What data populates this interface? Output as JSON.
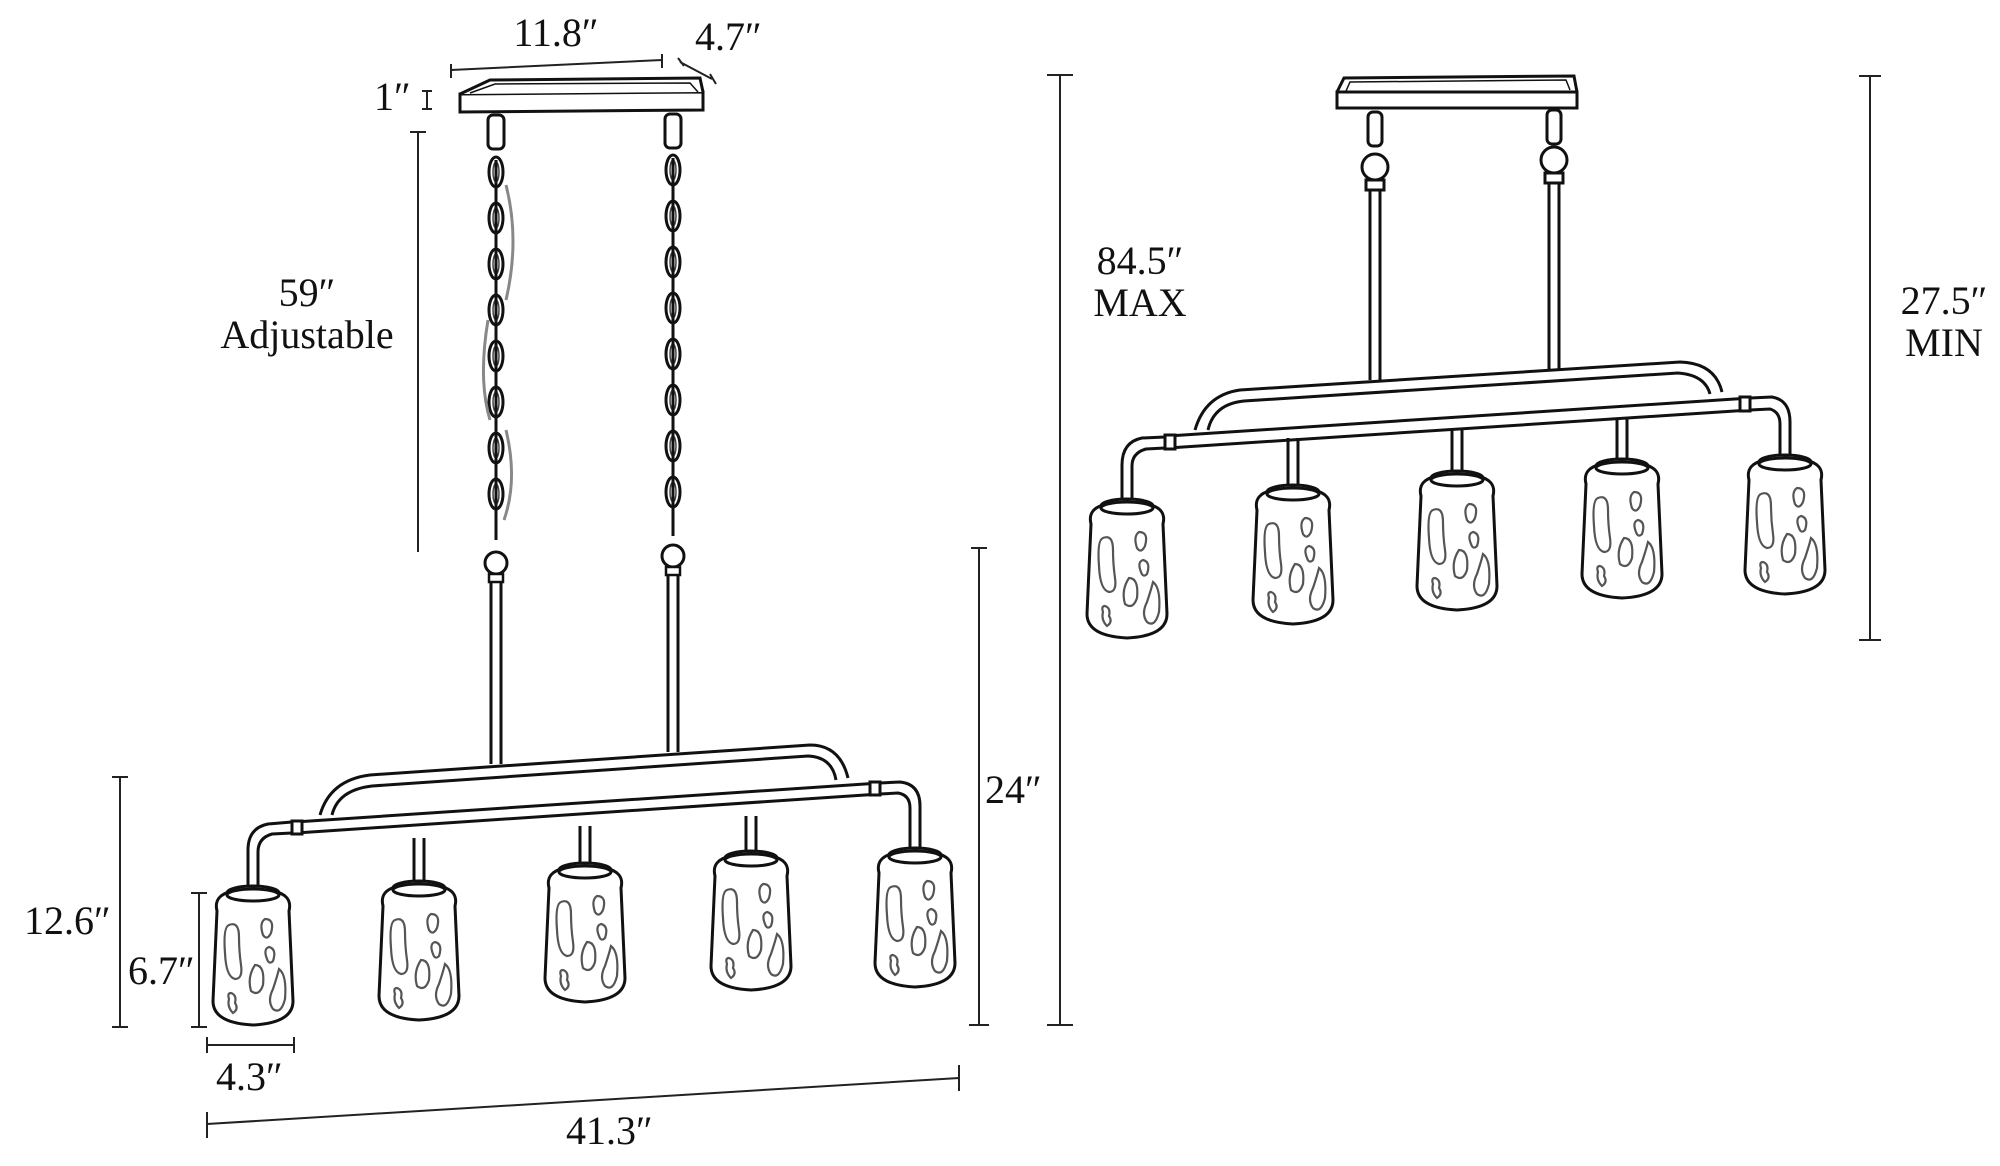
{
  "diagram": {
    "subject": "5-light linear island pendant dimension drawing",
    "colors": {
      "line": "#111111",
      "pattern": "#555555",
      "background": "#ffffff"
    },
    "views": [
      {
        "name": "maximum-height view",
        "suspension": "chain",
        "lights": 5
      },
      {
        "name": "minimum-height view",
        "suspension": "rod",
        "lights": 5
      }
    ]
  },
  "dims": {
    "canopy_length": "11.8″",
    "canopy_width": "4.7″",
    "canopy_height": "1″",
    "chain_length": "59″",
    "chain_note": "Adjustable",
    "fixture_height": "24″",
    "shade_drop": "12.6″",
    "shade_height": "6.7″",
    "shade_diameter": "4.3″",
    "overall_length": "41.3″",
    "max_height": "84.5″",
    "max_note": "MAX",
    "min_height": "27.5″",
    "min_note": "MIN"
  }
}
